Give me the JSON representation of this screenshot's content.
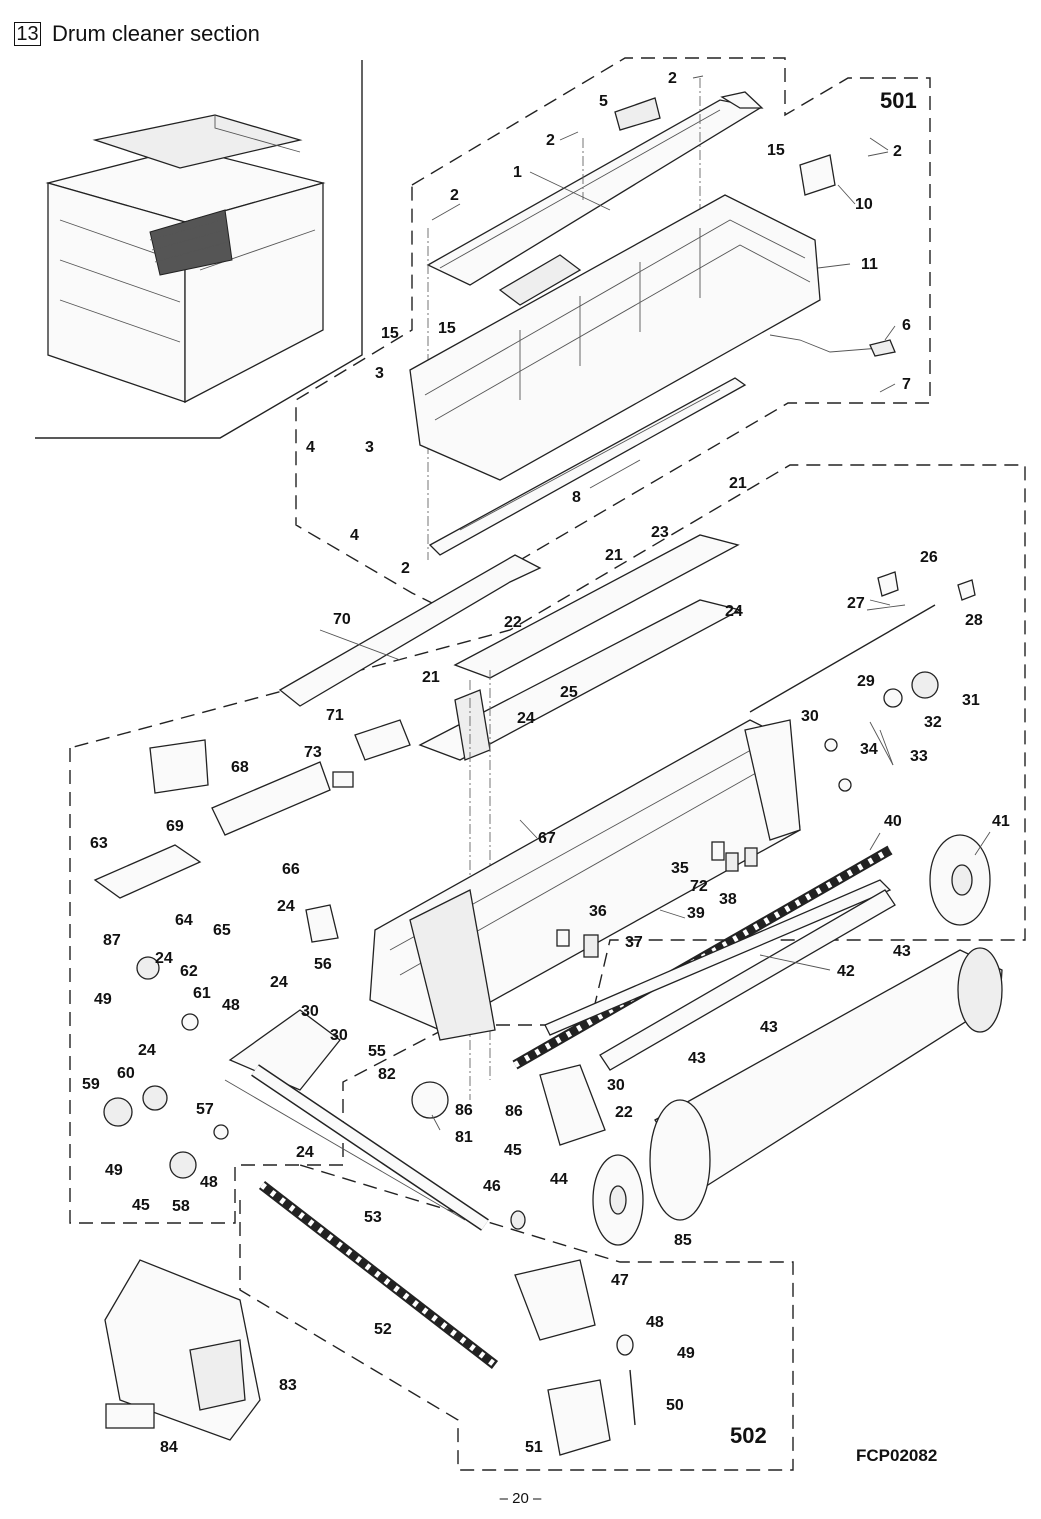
{
  "header": {
    "section_number": "13",
    "title": "Drum cleaner section"
  },
  "groups": {
    "g501": "501",
    "g502": "502"
  },
  "figure_code": "FCP02082",
  "page_number": "– 20 –",
  "callouts": {
    "c1": "1",
    "c2a": "2",
    "c2b": "2",
    "c2c": "2",
    "c2d": "2",
    "c2e": "2",
    "c3a": "3",
    "c3b": "3",
    "c4a": "4",
    "c4b": "4",
    "c5": "5",
    "c6": "6",
    "c7": "7",
    "c8": "8",
    "c10": "10",
    "c11": "11",
    "c15a": "15",
    "c15b": "15",
    "c15c": "15",
    "c21a": "21",
    "c21b": "21",
    "c21c": "21",
    "c22a": "22",
    "c22b": "22",
    "c23": "23",
    "c24a": "24",
    "c24b": "24",
    "c24c": "24",
    "c24d": "24",
    "c24e": "24",
    "c24f": "24",
    "c24g": "24",
    "c25": "25",
    "c26": "26",
    "c27": "27",
    "c28": "28",
    "c29": "29",
    "c30a": "30",
    "c30b": "30",
    "c30c": "30",
    "c30d": "30",
    "c31": "31",
    "c32": "32",
    "c33": "33",
    "c34": "34",
    "c35": "35",
    "c36": "36",
    "c37": "37",
    "c38": "38",
    "c39": "39",
    "c40": "40",
    "c41": "41",
    "c42": "42",
    "c43a": "43",
    "c43b": "43",
    "c43c": "43",
    "c44": "44",
    "c45a": "45",
    "c45b": "45",
    "c46": "46",
    "c47": "47",
    "c48a": "48",
    "c48b": "48",
    "c48c": "48",
    "c49a": "49",
    "c49b": "49",
    "c49c": "49",
    "c50": "50",
    "c51": "51",
    "c52": "52",
    "c53": "53",
    "c55": "55",
    "c56": "56",
    "c57": "57",
    "c58": "58",
    "c59": "59",
    "c60": "60",
    "c61": "61",
    "c62": "62",
    "c63": "63",
    "c64": "64",
    "c65": "65",
    "c66": "66",
    "c67": "67",
    "c68": "68",
    "c69": "69",
    "c70": "70",
    "c71": "71",
    "c72": "72",
    "c73": "73",
    "c81": "81",
    "c82": "82",
    "c83": "83",
    "c84": "84",
    "c85": "85",
    "c86a": "86",
    "c86b": "86",
    "c87": "87"
  }
}
